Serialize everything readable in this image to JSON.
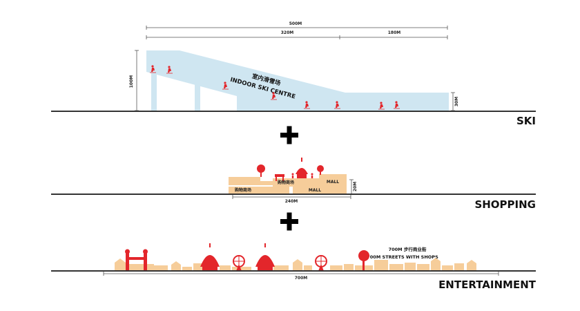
{
  "colors": {
    "ground": "#333333",
    "ski_slope": "#cfe6f1",
    "building": "#f6cd9a",
    "accent_red": "#e3262b",
    "plus": "#000000"
  },
  "ski": {
    "title": "SKI",
    "dims": {
      "total_length": "500M",
      "slope_length": "320M",
      "flat_length": "180M",
      "height_total": "100M",
      "height_low": "30M"
    },
    "label_cn": "室内滑雪场",
    "label_en": "INDOOR SKI CENTRE"
  },
  "shopping": {
    "title": "SHOPPING",
    "labels": [
      "购物商场",
      "MALL",
      "购物商场",
      "MALL"
    ],
    "dims": {
      "height": "20M",
      "length": "240M"
    }
  },
  "entertainment": {
    "title": "ENTERTAINMENT",
    "street_cn": "700M 步行商业街",
    "street_en": "700M STREETS WITH SHOPS",
    "length": "700M"
  },
  "plus_icons": [
    "plus-icon",
    "plus-icon"
  ]
}
